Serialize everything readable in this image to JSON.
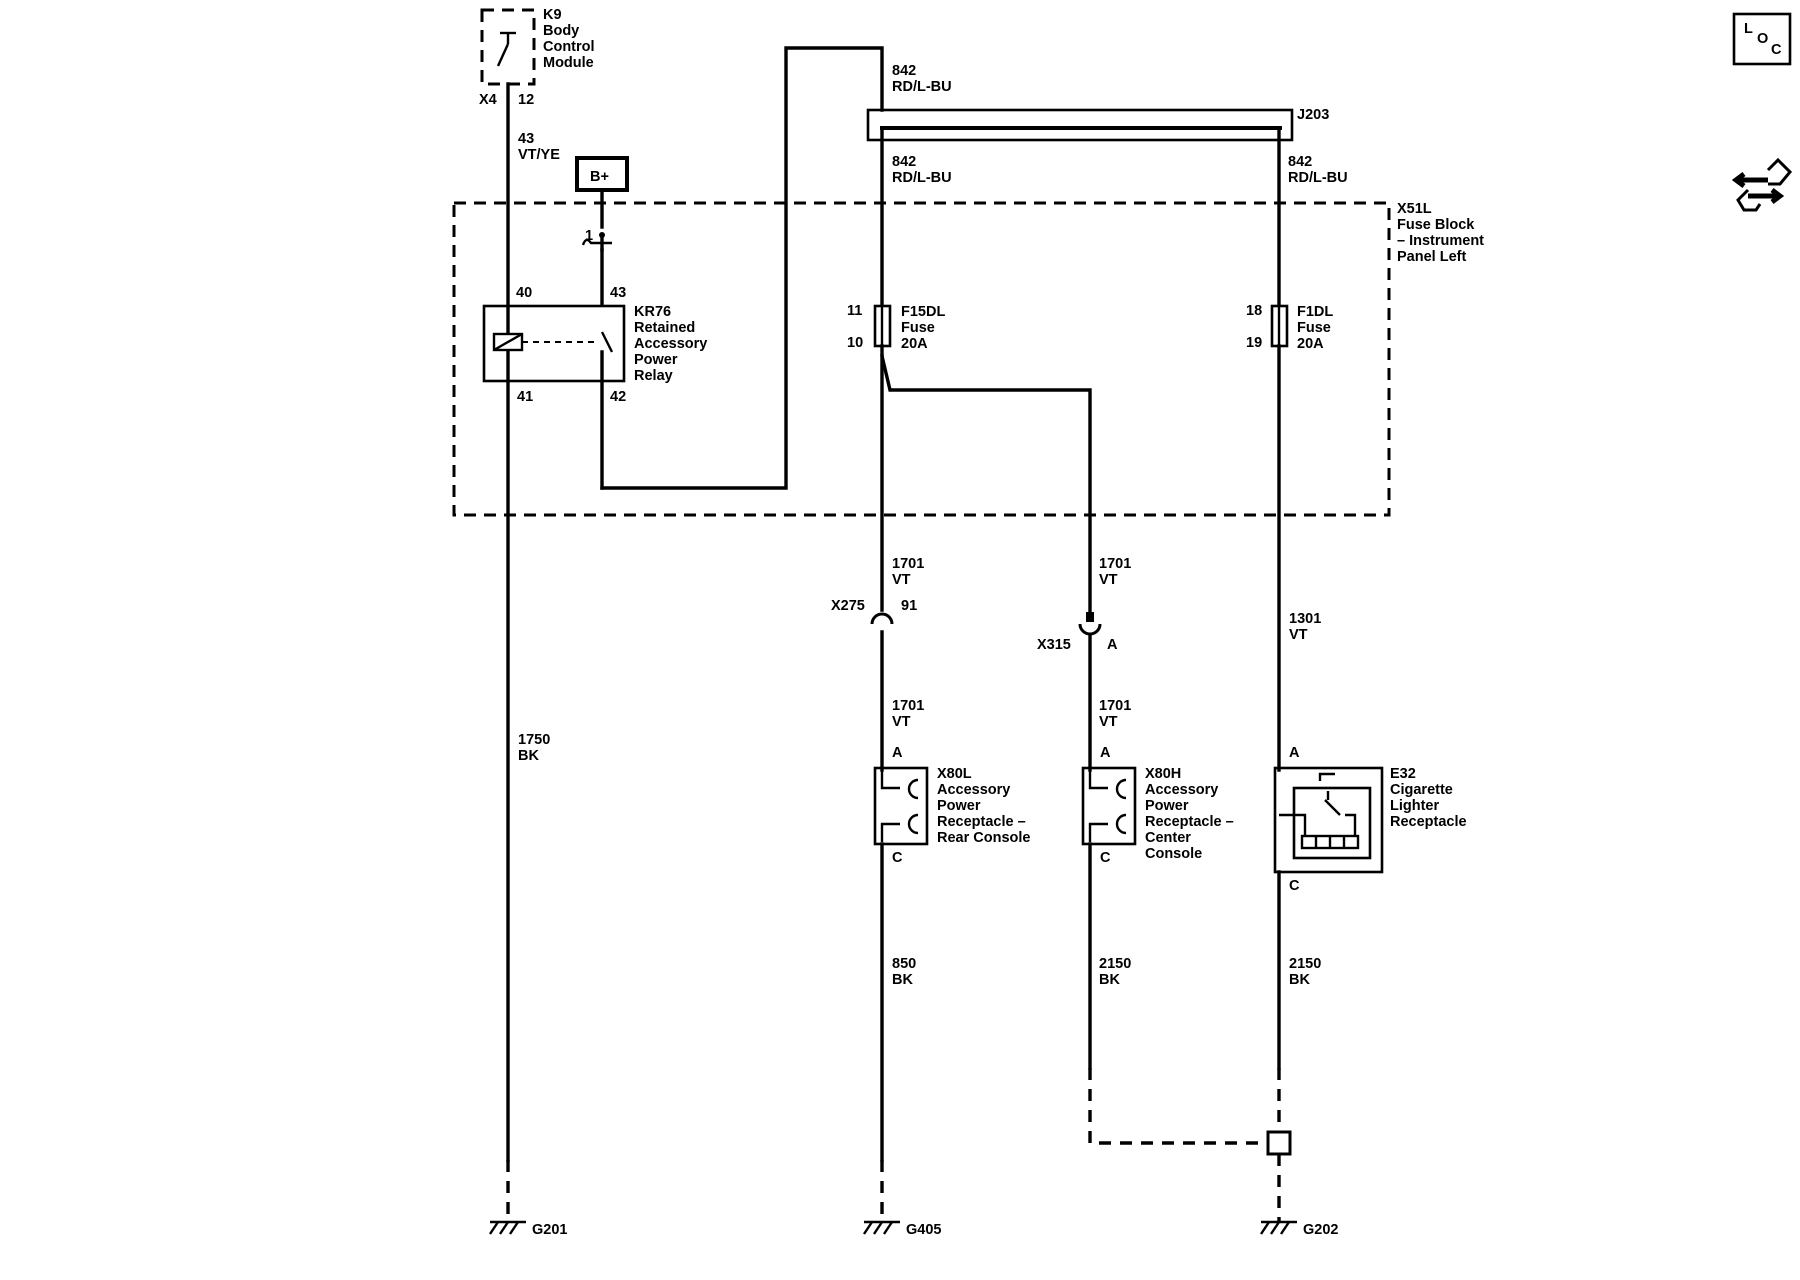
{
  "modules": {
    "k9": {
      "id": "K9",
      "name": [
        "Body",
        "Control",
        "Module"
      ],
      "connector": "X4",
      "pin": "12"
    },
    "fuse_block": {
      "id": "X51L",
      "name": [
        "Fuse Block",
        "– Instrument",
        "Panel Left"
      ]
    },
    "relay": {
      "id": "KR76",
      "name": [
        "Retained",
        "Accessory",
        "Power",
        "Relay"
      ],
      "pins": {
        "p1": "1",
        "p40": "40",
        "p43": "43",
        "p41": "41",
        "p42": "42"
      }
    },
    "bplus": "B+",
    "splice": "J203",
    "fuse_f15": {
      "id": "F15DL",
      "name": "Fuse",
      "rating": "20A",
      "pin_in": "11",
      "pin_out": "10"
    },
    "fuse_f1": {
      "id": "F1DL",
      "name": "Fuse",
      "rating": "20A",
      "pin_in": "18",
      "pin_out": "19"
    },
    "x80l": {
      "id": "X80L",
      "name": [
        "Accessory",
        "Power",
        "Receptacle –",
        "Rear Console"
      ],
      "pin_a": "A",
      "pin_c": "C"
    },
    "x80h": {
      "id": "X80H",
      "name": [
        "Accessory",
        "Power",
        "Receptacle –",
        "Center",
        "Console"
      ],
      "pin_a": "A",
      "pin_c": "C"
    },
    "e32": {
      "id": "E32",
      "name": [
        "Cigarette",
        "Lighter",
        "Receptacle"
      ],
      "pin_a": "A",
      "pin_c": "C"
    },
    "x275": {
      "id": "X275",
      "pin": "91"
    },
    "x315": {
      "id": "X315",
      "pin": "A"
    }
  },
  "wires": {
    "k9_out": {
      "circuit": "43",
      "color": "VT/YE"
    },
    "relay_out": {
      "circuit": "842",
      "color": "RD/L-BU"
    },
    "splice_left": {
      "circuit": "842",
      "color": "RD/L-BU"
    },
    "splice_right": {
      "circuit": "842",
      "color": "RD/L-BU"
    },
    "rear_feed": {
      "circuit": "1701",
      "color": "VT"
    },
    "center_feed": {
      "circuit": "1701",
      "color": "VT"
    },
    "rear_after": {
      "circuit": "1701",
      "color": "VT"
    },
    "center_after": {
      "circuit": "1701",
      "color": "VT"
    },
    "lighter_feed": {
      "circuit": "1301",
      "color": "VT"
    },
    "relay_ground": {
      "circuit": "1750",
      "color": "BK"
    },
    "rear_ground": {
      "circuit": "850",
      "color": "BK"
    },
    "center_ground": {
      "circuit": "2150",
      "color": "BK"
    },
    "lighter_ground": {
      "circuit": "2150",
      "color": "BK"
    }
  },
  "grounds": {
    "g201": "G201",
    "g405": "G405",
    "g202": "G202"
  },
  "toolbar": {
    "loc_letters": [
      "L",
      "O",
      "C"
    ],
    "loc_icon": "location-icon",
    "connector_icon": "connector-icon"
  }
}
